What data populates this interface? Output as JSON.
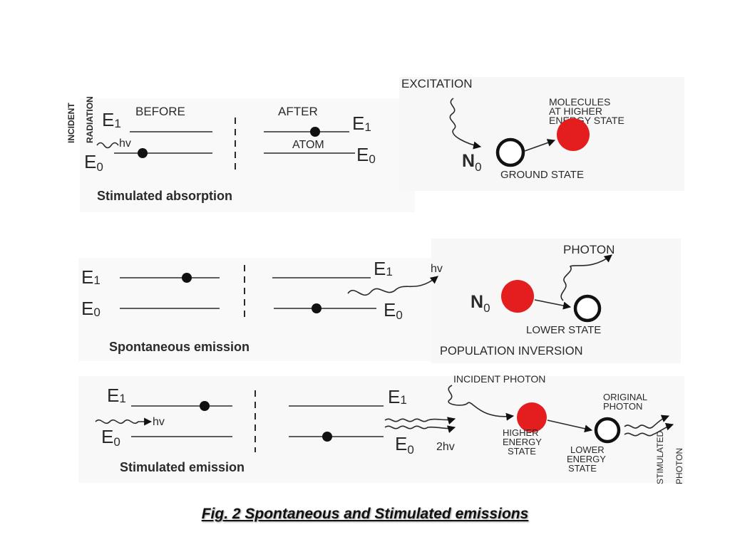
{
  "absorption": {
    "incident": "INCIDENT",
    "radiation": "RADIATION",
    "e1_left": "E",
    "e1_left_sub": "1",
    "e0_left": "E",
    "e0_left_sub": "0",
    "before": "BEFORE",
    "after": "AFTER",
    "hv": "hv",
    "atom": "ATOM",
    "e1_right": "E",
    "e1_right_sub": "1",
    "e0_right": "E",
    "e0_right_sub": "0",
    "caption": "Stimulated absorption"
  },
  "excitation": {
    "excitation": "EXCITATION",
    "mol_line1": "MOLECULES",
    "mol_line2": "AT HIGHER",
    "mol_line3": "ENERGY STATE",
    "n": "N",
    "n_sub": "0",
    "ground": "GROUND STATE"
  },
  "spontaneous": {
    "e1_left": "E",
    "e1_left_sub": "1",
    "e0_left": "E",
    "e0_left_sub": "0",
    "e1_right": "E",
    "e1_right_sub": "1",
    "e0_right": "E",
    "e0_right_sub": "0",
    "hv": "hv",
    "caption": "Spontaneous emission"
  },
  "inversion": {
    "photon": "PHOTON",
    "n": "N",
    "n_sub": "0",
    "lower": "LOWER STATE",
    "caption": "POPULATION INVERSION"
  },
  "stimulated": {
    "e1_left": "E",
    "e1_left_sub": "1",
    "e0_left": "E",
    "e0_left_sub": "0",
    "hv": "hv",
    "e1_right": "E",
    "e1_right_sub": "1",
    "e0_right": "E",
    "e0_right_sub": "0",
    "two_hv": "2hv",
    "caption": "Stimulated emission"
  },
  "stim_process": {
    "incident_photon": "INCIDENT PHOTON",
    "original_line1": "ORIGINAL",
    "original_line2": "PHOTON",
    "higher_line1": "HIGHER",
    "higher_line2": "ENERGY",
    "higher_line3": "STATE",
    "lower_line1": "LOWER",
    "lower_line2": "ENERGY",
    "lower_line3": "STATE",
    "stim_line1": "STIMULATED",
    "stim_line2": "PHOTON"
  },
  "figure_caption": "Fig. 2  Spontaneous and Stimulated emissions"
}
